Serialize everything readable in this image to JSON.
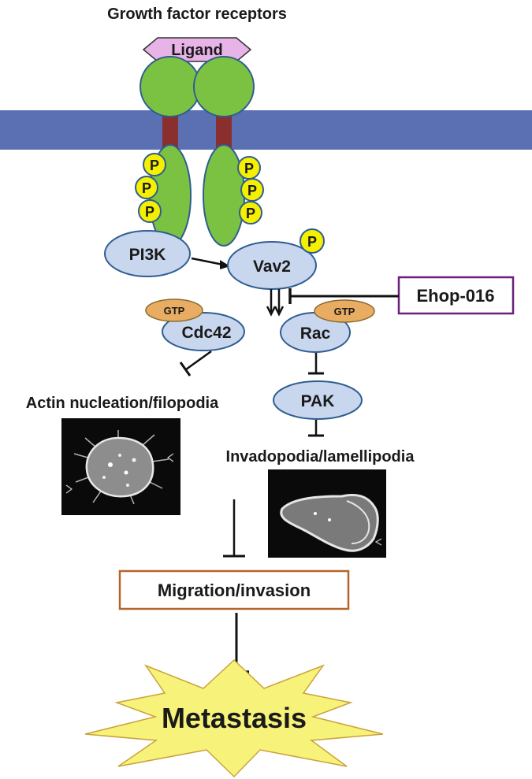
{
  "title": "Growth factor receptors",
  "ligand": "Ligand",
  "phospho": "P",
  "nodes": {
    "pi3k": "PI3K",
    "vav2": "Vav2",
    "cdc42": "Cdc42",
    "rac": "Rac",
    "pak": "PAK",
    "gtp": "GTP"
  },
  "inhibitor": "Ehop-016",
  "labels": {
    "actin": "Actin nucleation/filopodia",
    "invado": "Invadopodia/lamellipodia",
    "migration": "Migration/invasion",
    "metastasis": "Metastasis"
  },
  "colors": {
    "membrane": "#5b6fb3",
    "receptor": "#7cc242",
    "transmembrane": "#8b2e2e",
    "ligand": "#e8b3e6",
    "phosphate": "#f5f000",
    "node": "#c8d6ee",
    "gtp": "#e8ad62",
    "inhibitor_border": "#6a1f7a",
    "migration_border": "#b5652a",
    "starburst": "#f7f27a"
  }
}
